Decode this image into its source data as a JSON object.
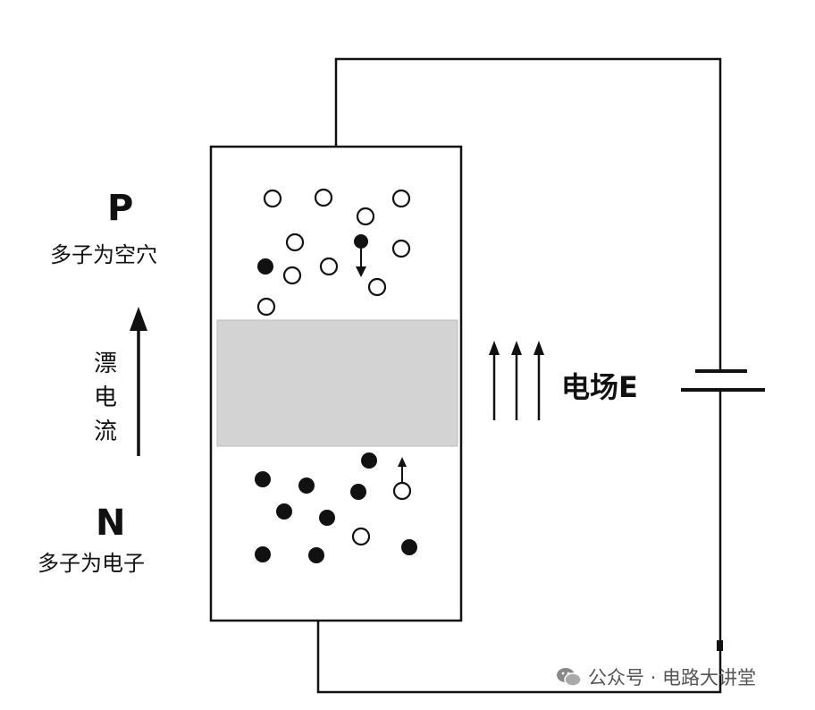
{
  "labels": {
    "p_letter": "P",
    "p_desc": "多子为空穴",
    "n_letter": "N",
    "n_desc": "多子为电子",
    "drift_current": "漂电流",
    "electric_field": "电场E"
  },
  "watermark": {
    "icon": "wechat-icon",
    "text": "公众号 · 电路大讲堂"
  },
  "colors": {
    "depletion_region": "#d3d3d3",
    "line": "#111111"
  }
}
